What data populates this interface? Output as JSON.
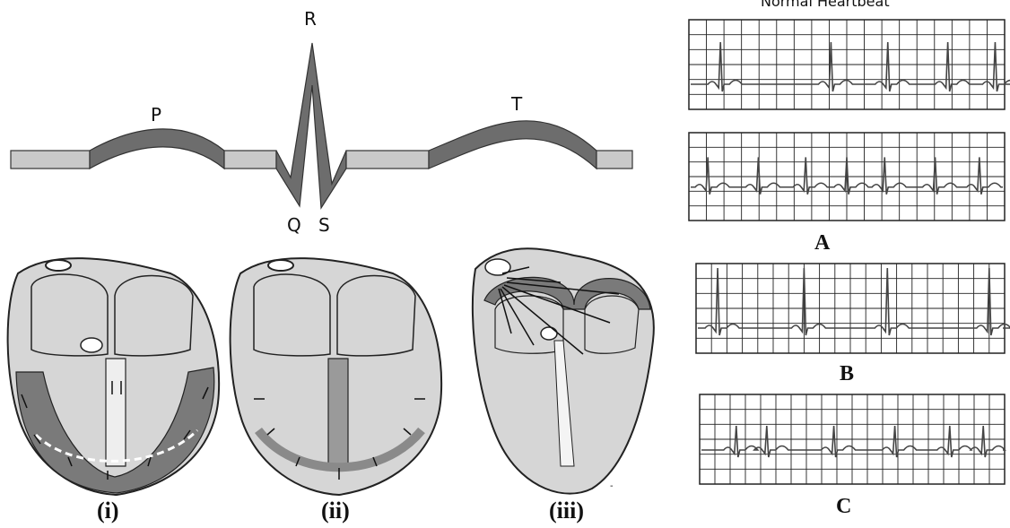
{
  "ecg_waveform": {
    "wave_labels": {
      "p": "P",
      "q": "Q",
      "r": "R",
      "s": "S",
      "t": "T"
    },
    "colors": {
      "segment_fill": "#c9c9c9",
      "wave_fill": "#6d6d6d",
      "outline": "#333333"
    }
  },
  "heart_stages": [
    {
      "label": "(i)"
    },
    {
      "label": "(ii)"
    },
    {
      "label": "(iii)"
    }
  ],
  "ecg_strips": {
    "title": "Normal Heartbeat",
    "labels": [
      "A",
      "B",
      "C"
    ],
    "colors": {
      "grid": "#222222",
      "trace": "#444444"
    }
  },
  "colors": {
    "heart_fill": "#d6d6d6",
    "heart_dark": "#777777",
    "outline": "#222222"
  }
}
